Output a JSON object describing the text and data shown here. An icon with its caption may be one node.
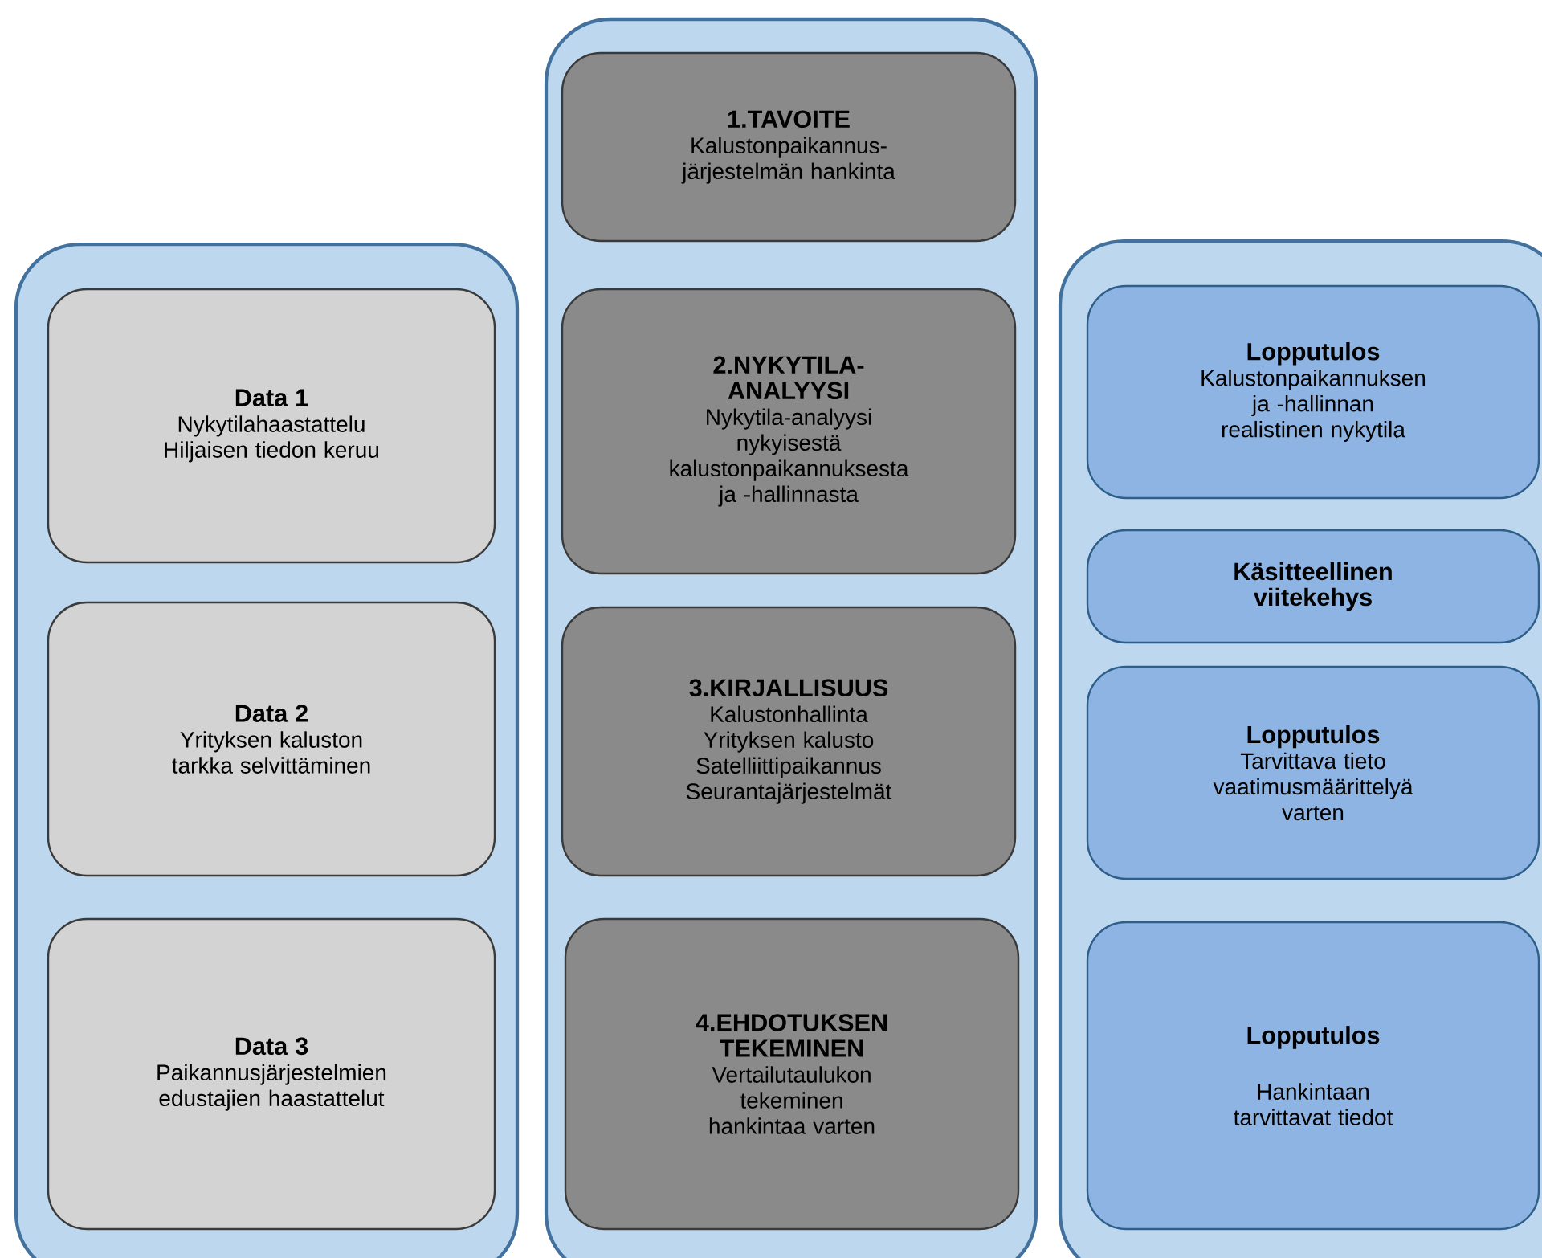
{
  "diagram": {
    "nodes": [
      {
        "text": [],
        "shape": "box"
      },
      {
        "text": [
          "Data 1",
          "Nykytilahaastattelu",
          "Hiljaisen tiedon keruu"
        ],
        "in": 0
      },
      {
        "text": [
          "Data 2",
          "Yrityksen kaluston tarkka selvittäminen"
        ],
        "in": 0
      },
      {
        "text": [
          "Data 3",
          "Paikannusjärjestelmien edustajien haastattelut"
        ],
        "in": 0
      },
      {
        "text": [],
        "shape": "box"
      },
      {
        "text": [
          "1.TAVOITE",
          "Kalustonpaikannus-järjestelmän hankinta"
        ],
        "in": 4
      },
      {
        "text": [
          "2.NYKYTILA-ANALYYSI",
          "Nykytila-analyysi nykyisestä kalustonpaikannuksesta ja -hallinnasta"
        ],
        "in": 4
      },
      {
        "text": [
          "3.KIRJALLISUUS",
          "Kalustonhallinta",
          "Yrityksen kalusto",
          "Satelliittipaikannus",
          "Seurantajärjestelmät"
        ],
        "in": 4
      },
      {
        "text": [
          "4.EHDOTUKSEN TEKEMINEN",
          "Vertailutaulukon tekeminen hankintaa varten"
        ],
        "in": 4
      },
      {
        "text": [],
        "shape": "box"
      },
      {
        "text": [
          "Lopputulos",
          "Kalustonpaikannuksen ja -hallinnan realistinen nykytila"
        ],
        "in": 9
      },
      {
        "text": [
          "Käsitteellinen viitekehys"
        ],
        "in": 9
      },
      {
        "text": [
          "Lopputulos",
          "Tarvittava tieto vaatimusmäärittelyä varten"
        ],
        "in": 9
      },
      {
        "text": [
          "Lopputulos",
          "Hankintaan tarvittavat tiedot"
        ],
        "in": 9
      }
    ]
  }
}
